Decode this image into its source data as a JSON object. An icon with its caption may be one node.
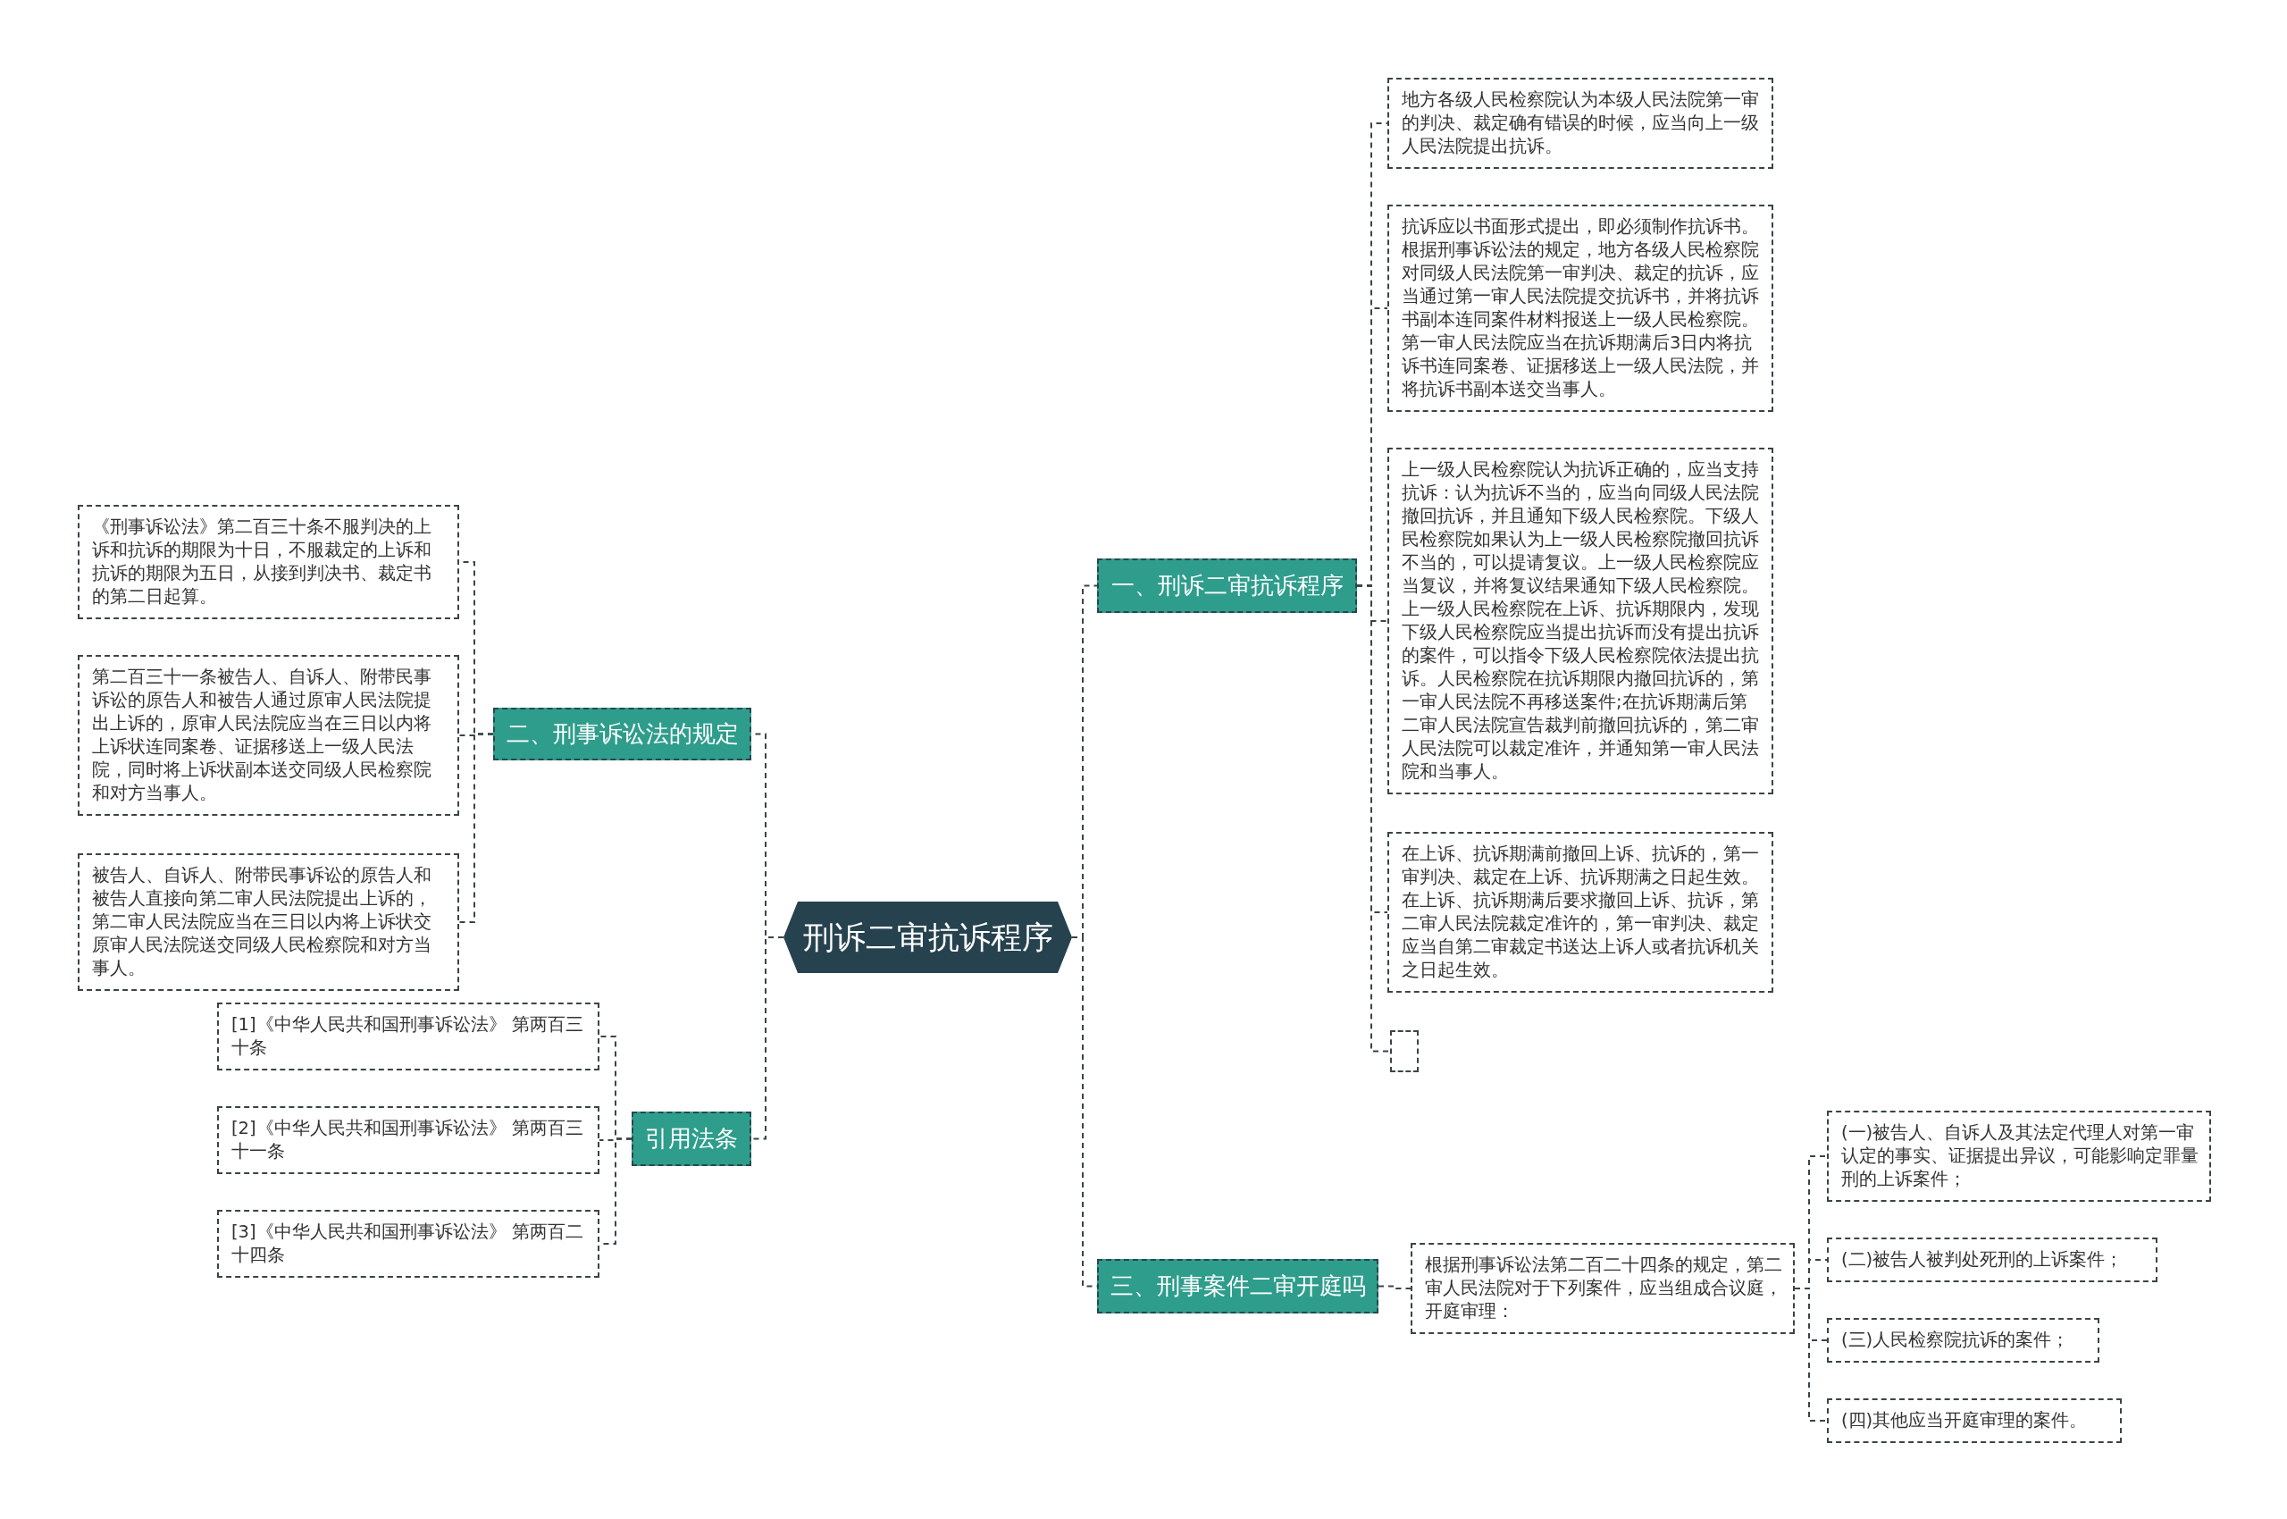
{
  "diagram": {
    "nodes": [
      {
        "text": [
          "刑诉二审抗诉程序"
        ]
      },
      {
        "text": [
          "一、刑诉二审抗诉程序"
        ]
      },
      {
        "text": [
          "地方各级人民检察院认为本级人民法院第一审的判决、裁定确有错误的时候，应当向上一级人民法院提出抗诉。"
        ]
      },
      {
        "text": [
          "抗诉应以书面形式提出，即必须制作抗诉书。根据刑事诉讼法的规定，地方各级人民检察院对同级人民法院第一审判决、裁定的抗诉，应当通过第一审人民法院提交抗诉书，并将抗诉书副本连同案件材料报送上一级人民检察院。第一审人民法院应当在抗诉期满后3日内将抗诉书连同案卷、证据移送上一级人民法院，并将抗诉书副本送交当事人。"
        ]
      },
      {
        "text": [
          "上一级人民检察院认为抗诉正确的，应当支持抗诉：认为抗诉不当的，应当向同级人民法院撤回抗诉，并且通知下级人民检察院。下级人民检察院如果认为上一级人民检察院撤回抗诉不当的，可以提请复议。上一级人民检察院应当复议，并将复议结果通知下级人民检察院。上一级人民检察院在上诉、抗诉期限内，发现下级人民检察院应当提出抗诉而没有提出抗诉的案件，可以指令下级人民检察院依法提出抗诉。人民检察院在抗诉期限内撤回抗诉的，第一审人民法院不再移送案件;在抗诉期满后第二审人民法院宣告裁判前撤回抗诉的，第二审人民法院可以裁定准许，并通知第一审人民法院和当事人。"
        ]
      },
      {
        "text": [
          "在上诉、抗诉期满前撤回上诉、抗诉的，第一审判决、裁定在上诉、抗诉期满之日起生效。在上诉、抗诉期满后要求撤回上诉、抗诉，第二审人民法院裁定准许的，第一审判决、裁定应当自第二审裁定书送达上诉人或者抗诉机关之日起生效。"
        ]
      },
      {
        "text": [],
        "shape": "box"
      },
      {
        "text": [
          "二、刑事诉讼法的规定"
        ]
      },
      {
        "text": [
          "《刑事诉讼法》第二百三十条不服判决的上诉和抗诉的期限为十日，不服裁定的上诉和抗诉的期限为五日，从接到判决书、裁定书的第二日起算。"
        ]
      },
      {
        "text": [
          "第二百三十一条被告人、自诉人、附带民事诉讼的原告人和被告人通过原审人民法院提出上诉的，原审人民法院应当在三日以内将上诉状连同案卷、证据移送上一级人民法院，同时将上诉状副本送交同级人民检察院和对方当事人。"
        ]
      },
      {
        "text": [
          "被告人、自诉人、附带民事诉讼的原告人和被告人直接向第二审人民法院提出上诉的，第二审人民法院应当在三日以内将上诉状交原审人民法院送交同级人民检察院和对方当事人。"
        ]
      },
      {
        "text": [
          "引用法条"
        ]
      },
      {
        "text": [
          "[1]《中华人民共和国刑事诉讼法》 第两百三十条"
        ]
      },
      {
        "text": [
          "[2]《中华人民共和国刑事诉讼法》 第两百三十一条"
        ]
      },
      {
        "text": [
          "[3]《中华人民共和国刑事诉讼法》 第两百二十四条"
        ]
      },
      {
        "text": [
          "三、刑事案件二审开庭吗"
        ]
      },
      {
        "text": [
          "根据刑事诉讼法第二百二十四条的规定，第二审人民法院对于下列案件，应当组成合议庭，开庭审理："
        ]
      },
      {
        "text": [
          "(一)被告人、自诉人及其法定代理人对第一审认定的事实、证据提出异议，可能影响定罪量刑的上诉案件；"
        ]
      },
      {
        "text": [
          "(二)被告人被判处死刑的上诉案件；"
        ]
      },
      {
        "text": [
          "(三)人民检察院抗诉的案件；"
        ]
      },
      {
        "text": [
          "(四)其他应当开庭审理的案件。"
        ]
      }
    ],
    "edges": [
      {
        "from": 0,
        "to": 1,
        "arrow": "none"
      },
      {
        "from": 1,
        "to": 2,
        "arrow": "none"
      },
      {
        "from": 1,
        "to": 3,
        "arrow": "none"
      },
      {
        "from": 1,
        "to": 4,
        "arrow": "none"
      },
      {
        "from": 1,
        "to": 5,
        "arrow": "none"
      },
      {
        "from": 1,
        "to": 6,
        "arrow": "none"
      },
      {
        "from": 0,
        "to": 7,
        "arrow": "none"
      },
      {
        "from": 7,
        "to": 8,
        "arrow": "none"
      },
      {
        "from": 7,
        "to": 9,
        "arrow": "none"
      },
      {
        "from": 7,
        "to": 10,
        "arrow": "none"
      },
      {
        "from": 0,
        "to": 11,
        "arrow": "none"
      },
      {
        "from": 11,
        "to": 12,
        "arrow": "none"
      },
      {
        "from": 11,
        "to": 13,
        "arrow": "none"
      },
      {
        "from": 11,
        "to": 14,
        "arrow": "none"
      },
      {
        "from": 0,
        "to": 15,
        "arrow": "none"
      },
      {
        "from": 15,
        "to": 16,
        "arrow": "none"
      },
      {
        "from": 16,
        "to": 17,
        "arrow": "none"
      },
      {
        "from": 16,
        "to": 18,
        "arrow": "none"
      },
      {
        "from": 16,
        "to": 19,
        "arrow": "none"
      },
      {
        "from": 16,
        "to": 20,
        "arrow": "none"
      }
    ]
  }
}
